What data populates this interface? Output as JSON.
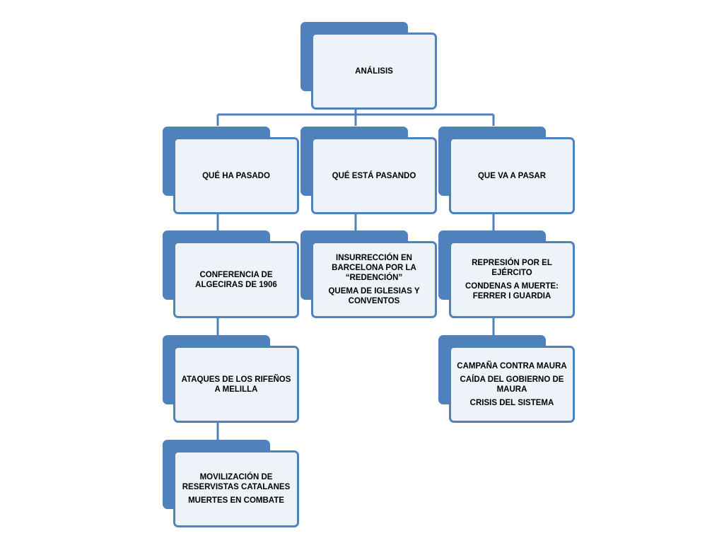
{
  "colors": {
    "box_fill": "#4f81bd",
    "inner_fill": "#eef2f9",
    "border": "#4f81bd",
    "connector": "#4f81bd"
  },
  "root": {
    "lines": [
      "ANÁLISIS"
    ]
  },
  "columns": [
    {
      "heading": {
        "lines": [
          "QUÉ HA PASADO"
        ]
      },
      "items": [
        {
          "lines": [
            "CONFERENCIA DE ALGECIRAS DE 1906"
          ]
        },
        {
          "lines": [
            "ATAQUES DE LOS RIFEÑOS A MELILLA"
          ]
        },
        {
          "lines": [
            "MOVILIZACIÓN DE RESERVISTAS CATALANES",
            "MUERTES EN COMBATE"
          ]
        }
      ]
    },
    {
      "heading": {
        "lines": [
          "QUÉ ESTÁ PASANDO"
        ]
      },
      "items": [
        {
          "lines": [
            "INSURRECCIÓN EN BARCELONA POR LA “REDENCIÓN”",
            "QUEMA DE IGLESIAS Y CONVENTOS"
          ]
        }
      ]
    },
    {
      "heading": {
        "lines": [
          "QUE VA A PASAR"
        ]
      },
      "items": [
        {
          "lines": [
            "REPRESIÓN POR EL EJÉRCITO",
            "CONDENAS A MUERTE: FERRER I  GUARDIA"
          ]
        },
        {
          "lines": [
            "CAMPAÑA CONTRA MAURA",
            "CAÍDA DEL GOBIERNO DE MAURA",
            "CRISIS DEL SISTEMA"
          ]
        }
      ]
    }
  ]
}
